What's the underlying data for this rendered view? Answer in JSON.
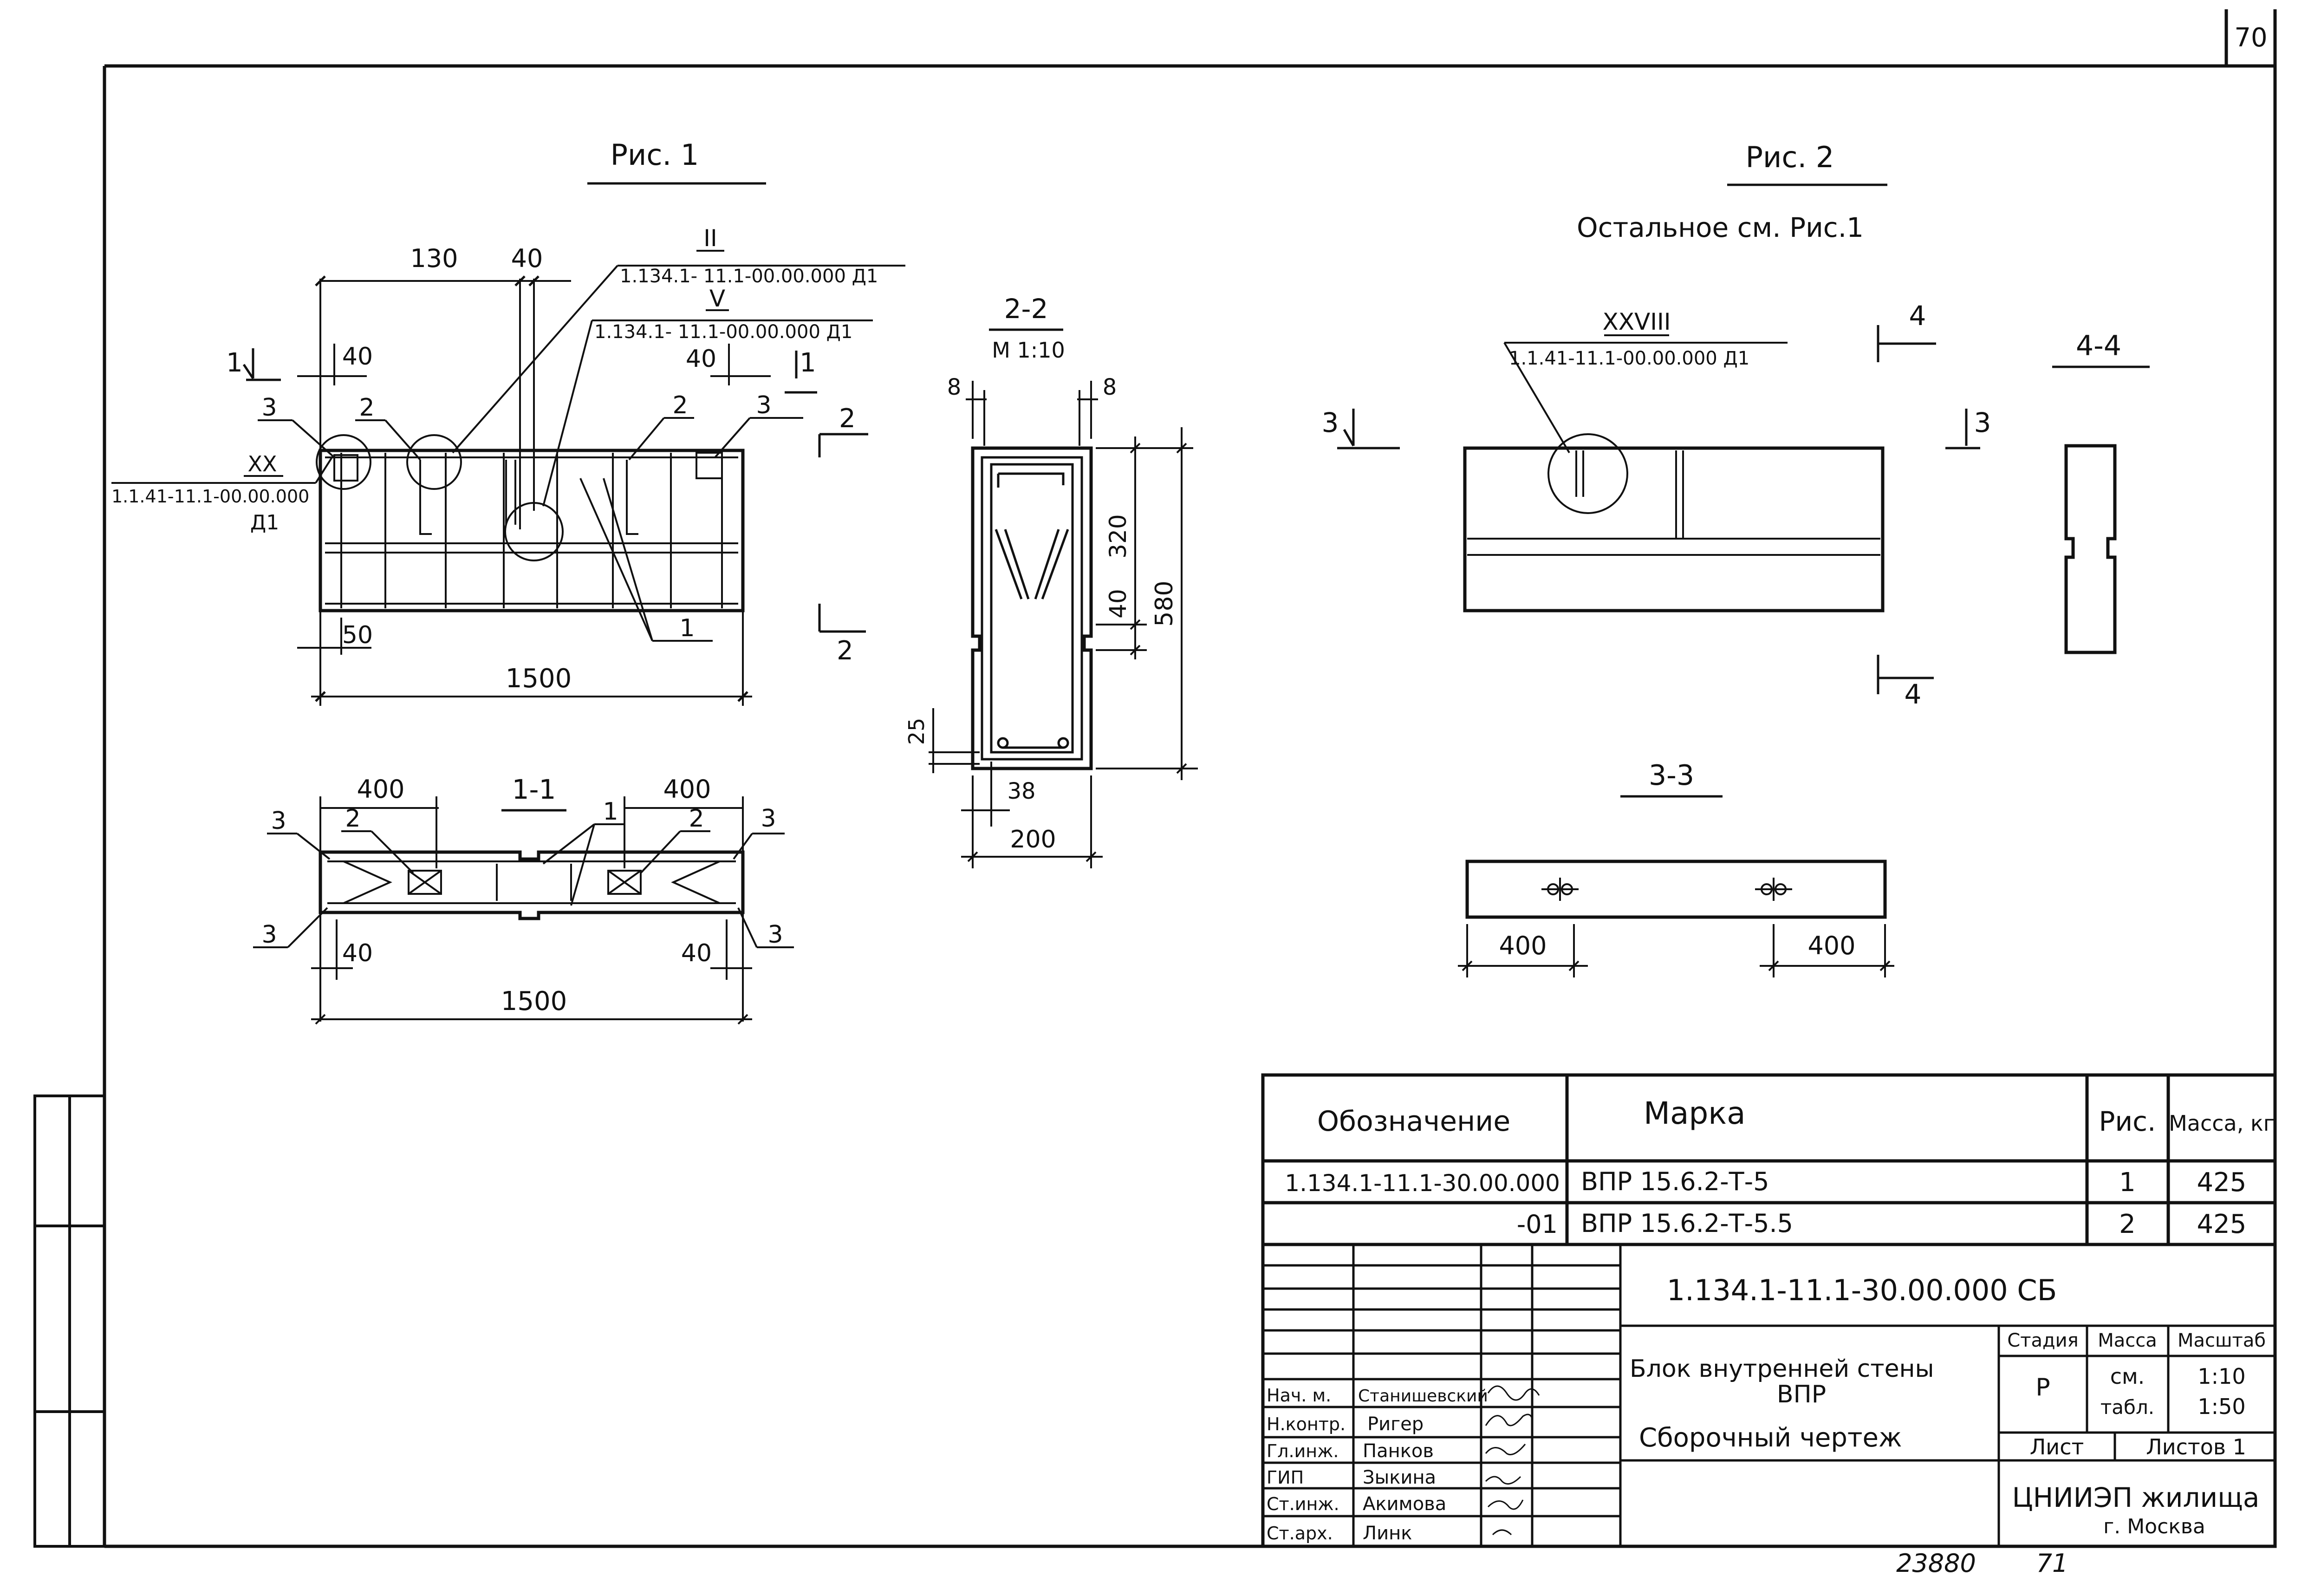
{
  "sheet": {
    "page_number": "70",
    "bottom_code": "23880",
    "bottom_page": "71"
  },
  "fig1": {
    "title": "Рис. 1",
    "callouts": {
      "c2_roman": "II",
      "c2_ref": "1.134.1- 11.1-00.00.000 Д1",
      "c5_roman": "V",
      "c5_ref": "1.134.1- 11.1-00.00.000 Д1",
      "c20_roman": "XX",
      "c20_ref": "1.1.41-11.1-00.00.000",
      "c20_suffix": "Д1"
    },
    "dims": {
      "d130": "130",
      "d40_top": "40",
      "d40_left": "40",
      "d40_right": "40",
      "d50": "50",
      "d1500": "1500"
    },
    "marks": {
      "s1": "1",
      "s2": "2",
      "p1": "1",
      "p2": "2",
      "p3": "3"
    }
  },
  "section11": {
    "title": "1-1",
    "dims": {
      "d400_left": "400",
      "d400_right": "400",
      "d40_left": "40",
      "d40_right": "40",
      "d1500": "1500"
    },
    "marks": {
      "p1": "1",
      "p2": "2",
      "p3": "3"
    }
  },
  "section22": {
    "title": "2-2",
    "scale": "М 1:10",
    "dims": {
      "d8_left": "8",
      "d8_right": "8",
      "d320": "320",
      "d40": "40",
      "d580": "580",
      "d25": "25",
      "d38": "38",
      "d200": "200"
    }
  },
  "fig2": {
    "title": "Рис. 2",
    "note": "Остальное см. Рис.1",
    "callout_roman": "XXVIII",
    "callout_ref": "1.1.41-11.1-00.00.000 Д1",
    "cut3": "3",
    "cut4": "4"
  },
  "section44": {
    "title": "4-4"
  },
  "section33": {
    "title": "3-3",
    "dims": {
      "d400_left": "400",
      "d400_right": "400"
    }
  },
  "spec": {
    "headers": {
      "designation": "Обозначение",
      "mark": "Марка",
      "fig": "Рис.",
      "mass": "Масса, кг"
    },
    "rows": [
      {
        "designation": "1.134.1-11.1-30.00.000",
        "mark": "ВПР 15.6.2-Т-5",
        "fig": "1",
        "mass": "425"
      },
      {
        "designation": "-01",
        "mark": "ВПР 15.6.2-Т-5.5",
        "fig": "2",
        "mass": "425"
      }
    ]
  },
  "titleblock": {
    "doc_code": "1.134.1-11.1-30.00.000 СБ",
    "title_line1": "Блок внутренней стены",
    "title_line2": "ВПР",
    "title_line3": "Сборочный чертеж",
    "stage_label": "Стадия",
    "mass_label": "Масса",
    "scale_label": "Масштаб",
    "stage_value": "Р",
    "mass_value_1": "см.",
    "mass_value_2": "табл.",
    "scale_value_1": "1:10",
    "scale_value_2": "1:50",
    "sheet_label": "Лист",
    "sheets_label": "Листов 1",
    "org_line1": "ЦНИИЭП жилища",
    "org_line2": "г. Москва",
    "signatures": [
      {
        "role": "Нач. м.",
        "name": "Станишевский"
      },
      {
        "role": "Н.контр.",
        "name": "Ригер"
      },
      {
        "role": "Гл.инж.",
        "name": "Панков"
      },
      {
        "role": "ГИП",
        "name": "Зыкина"
      },
      {
        "role": "Ст.инж.",
        "name": "Акимова"
      },
      {
        "role": "Ст.арх.",
        "name": "Линк"
      }
    ]
  }
}
